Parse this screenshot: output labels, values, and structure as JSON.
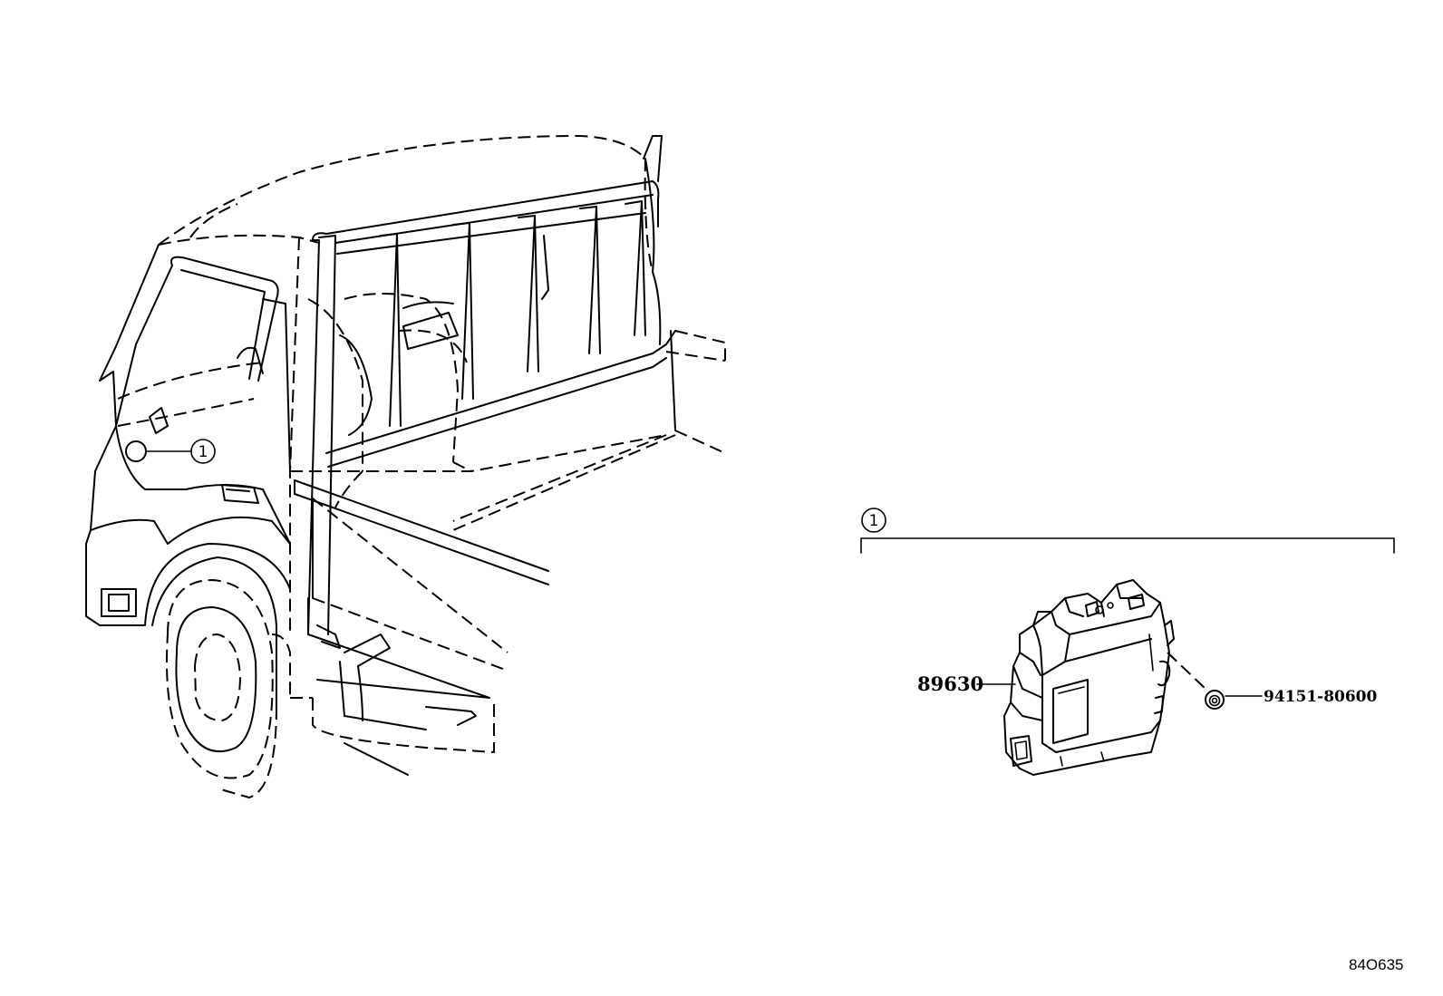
{
  "callout": {
    "number": "1"
  },
  "parts": {
    "ecu_part_number": "89630",
    "bolt_part_number": "94151-80600"
  },
  "figure_id": "84O635"
}
